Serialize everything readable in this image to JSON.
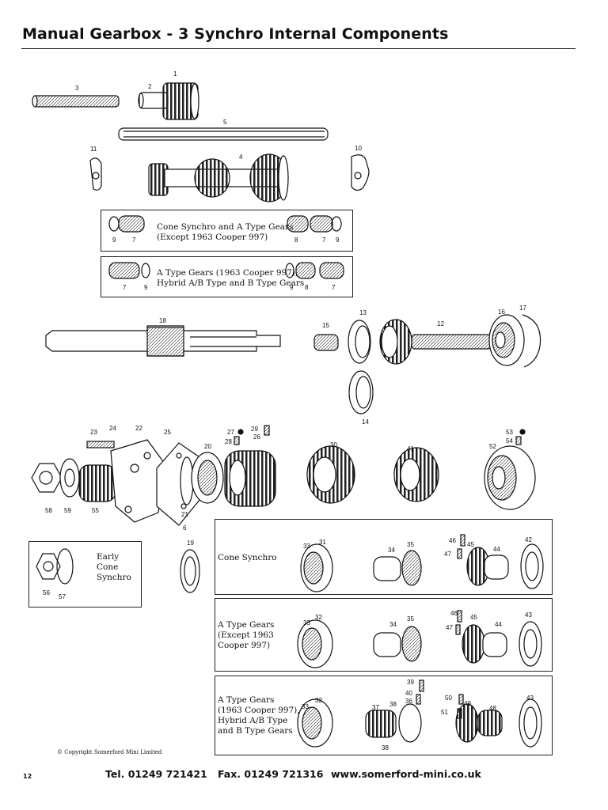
{
  "title": "Manual Gearbox - 3 Synchro Internal Components",
  "box_captions": {
    "cone_a_type": "Cone Synchro and A Type Gears\n(Except 1963 Cooper 997)",
    "a_type_hybrid": "A Type Gears (1963 Cooper 997),\nHybrid A/B Type and B Type Gears",
    "early_cone": "Early\nCone\nSynchro",
    "cone_synchro": "Cone Synchro",
    "a_type_except": "A Type Gears\n(Except 1963\nCooper 997)",
    "a_type_full": "A Type Gears\n(1963 Cooper 997),\nHybrid A/B Type\nand B Type Gears"
  },
  "part_labels": {
    "p1": "1",
    "p2": "2",
    "p3": "3",
    "p4": "4",
    "p5": "5",
    "p6": "6",
    "p7": "7",
    "p8": "8",
    "p9": "9",
    "p10": "10",
    "p11": "11",
    "p12": "12",
    "p13": "13",
    "p14": "14",
    "p15": "15",
    "p16": "16",
    "p17": "17",
    "p18": "18",
    "p19": "19",
    "p20": "20",
    "p21": "21",
    "p22": "22",
    "p23": "23",
    "p24": "24",
    "p25": "25",
    "p26": "26",
    "p27": "27",
    "p28": "28",
    "p29": "29",
    "p30": "30",
    "p31": "31",
    "p32": "32",
    "p33": "33",
    "p34": "34",
    "p35": "35",
    "p36": "36",
    "p37": "37",
    "p38": "38",
    "p39": "39",
    "p40": "40",
    "p41": "41",
    "p42": "42",
    "p43": "43",
    "p44": "44",
    "p45": "45",
    "p46": "46",
    "p47": "47",
    "p48": "48",
    "p49": "49",
    "p50": "50",
    "p51": "51",
    "p52": "52",
    "p53": "53",
    "p54": "54",
    "p55": "55",
    "p56": "56",
    "p57": "57",
    "p58": "58",
    "p59": "59"
  },
  "copyright": "© Copyright Somerford Mini Limited",
  "page_number": "12",
  "footer": {
    "tel": "Tel. 01249 721421",
    "fax": "Fax. 01249 721316",
    "web": "www.somerford-mini.co.uk"
  }
}
